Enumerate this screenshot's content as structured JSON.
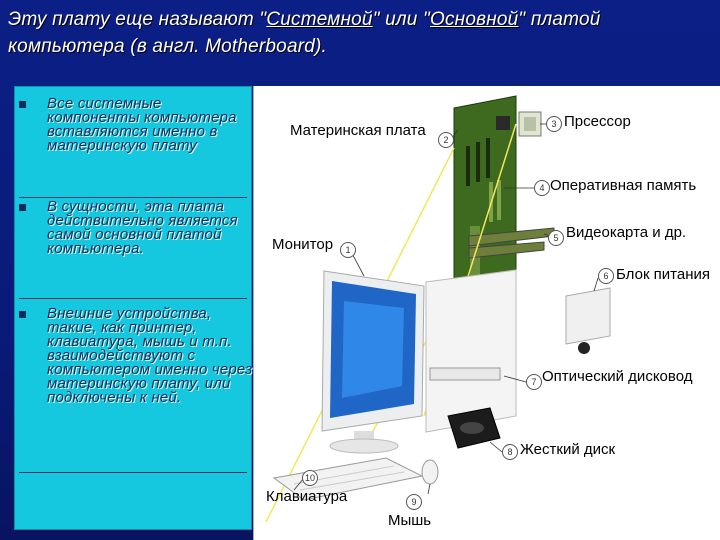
{
  "title": {
    "part1": "Эту плату еще называют \"",
    "link1": "Системной",
    "part2": "\" или \"",
    "link2": "Основной",
    "part3": "\" платой компьютера (в англ. Motherboard)."
  },
  "bullets": [
    "Все системные компоненты компьютера вставляются именно в материнскую плату",
    "В сущности, эта плата действительно является самой основной платой компьютера.",
    "Внешние устройства, такие, как принтер, клавиатура, мышь и т.п. взаимодействуют с компьютером именно через материнскую плату, или подключены к ней."
  ],
  "diagram": {
    "labels": {
      "motherboard": "Материнская плата",
      "cpu": "Прсессор",
      "ram": "Оперативная память",
      "video": "Видеокарта и др.",
      "monitor": "Монитор",
      "psu": "Блок питания",
      "optical": "Оптический дисковод",
      "hdd": "Жесткий диск",
      "keyboard": "Клавиатура",
      "mouse": "Мышь"
    },
    "numbers": {
      "cpu": "3",
      "motherboard": "2",
      "ram": "4",
      "video": "5",
      "monitor": "1",
      "psu": "6",
      "optical": "7",
      "hdd": "8",
      "mouse": "9",
      "keyboard": "10"
    }
  },
  "colors": {
    "background": "#0b1f86",
    "panel": "#15c8e0",
    "board": "#3d6a1e"
  }
}
